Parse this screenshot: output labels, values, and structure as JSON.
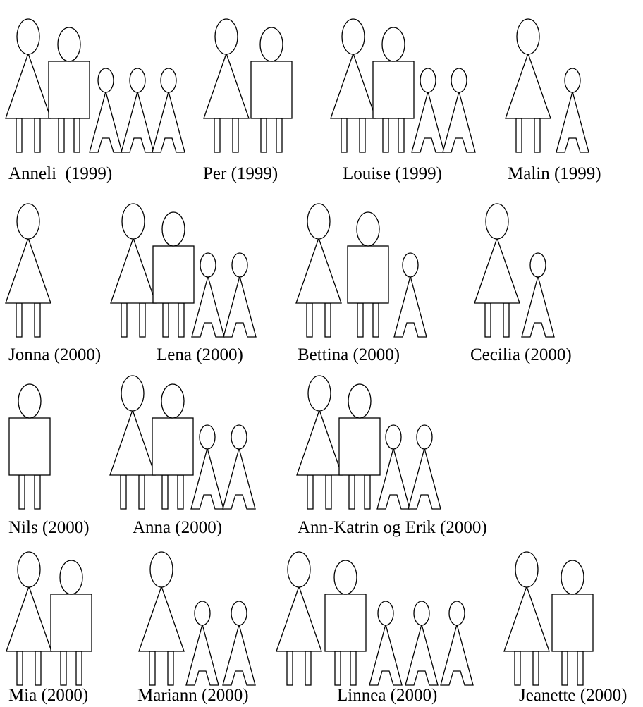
{
  "families": [
    {
      "label": "Anneli  (1999)",
      "members": [
        "woman",
        "man",
        "child",
        "child",
        "child"
      ]
    },
    {
      "label": "Per (1999)",
      "members": [
        "woman",
        "man"
      ]
    },
    {
      "label": "Louise (1999)",
      "members": [
        "woman",
        "man",
        "child",
        "child"
      ]
    },
    {
      "label": "Malin (1999)",
      "members": [
        "woman",
        "child"
      ]
    },
    {
      "label": "Jonna (2000)",
      "members": [
        "woman"
      ]
    },
    {
      "label": "Lena (2000)",
      "members": [
        "woman",
        "man",
        "child",
        "child"
      ]
    },
    {
      "label": "Bettina (2000)",
      "members": [
        "woman",
        "man",
        "child"
      ]
    },
    {
      "label": "Cecilia (2000)",
      "members": [
        "woman",
        "child"
      ]
    },
    {
      "label": "Nils (2000)",
      "members": [
        "man"
      ]
    },
    {
      "label": "Anna (2000)",
      "members": [
        "woman",
        "man",
        "child",
        "child"
      ]
    },
    {
      "label": "Ann-Katrin og Erik (2000)",
      "members": [
        "woman",
        "man",
        "child",
        "child"
      ]
    },
    {
      "label": "Mia (2000)",
      "members": [
        "woman",
        "man"
      ]
    },
    {
      "label": "Mariann (2000)",
      "members": [
        "woman",
        "child",
        "child"
      ]
    },
    {
      "label": "Linnea (2000)",
      "members": [
        "woman",
        "man",
        "child",
        "child",
        "child"
      ]
    },
    {
      "label": "Jeanette (2000)",
      "members": [
        "woman",
        "man"
      ]
    }
  ]
}
